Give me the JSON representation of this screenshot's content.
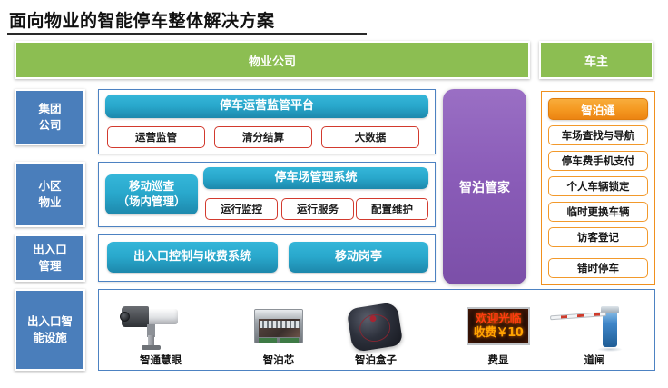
{
  "title": "面向物业的智能停车整体解决方案",
  "top_banners": {
    "property_company": "物业公司",
    "car_owner": "车主"
  },
  "sidebar": {
    "items": [
      {
        "line1": "集团",
        "line2": "公司"
      },
      {
        "line1": "小区",
        "line2": "物业"
      },
      {
        "line1": "出入口",
        "line2": "管理"
      },
      {
        "line1": "出入口智",
        "line2": "能设施"
      }
    ]
  },
  "rows": {
    "group_company": {
      "platform": "停车运营监管平台",
      "sub_buttons": [
        "运营监管",
        "清分结算",
        "大数据"
      ]
    },
    "community_property": {
      "mobile_patrol_line1": "移动巡查",
      "mobile_patrol_line2": "（场内管理）",
      "parking_system": "停车场管理系统",
      "sub_buttons": [
        "运行监控",
        "运行服务",
        "配置维护"
      ]
    },
    "gate_management": {
      "buttons": [
        "出入口控制与收费系统",
        "移动岗亭"
      ]
    }
  },
  "center_column": {
    "label": "智泊管家"
  },
  "right_column": {
    "header": "智泊通",
    "items": [
      "车场查找与导航",
      "停车费手机支付",
      "个人车辆锁定",
      "临时更换车辆",
      "访客登记",
      "错时停车"
    ]
  },
  "devices": [
    {
      "name": "智通慧眼",
      "icon": "camera-icon"
    },
    {
      "name": "智泊芯",
      "icon": "circuit-board-icon"
    },
    {
      "name": "智泊盒子",
      "icon": "black-box-icon"
    },
    {
      "name": "费显",
      "icon": "led-display-icon",
      "led_line1": "欢迎光临",
      "led_line2": "收费￥10"
    },
    {
      "name": "道闸",
      "icon": "barrier-gate-icon"
    }
  ],
  "colors": {
    "green": "#8CBE52",
    "sidebar_blue": "#4A7EBB",
    "teal": "#29A8CC",
    "purple": "#8A5CB8",
    "orange": "#F59A22",
    "sub_btn_border_red": "#D23A2E",
    "panel_border_blue": "#4D82C2"
  }
}
